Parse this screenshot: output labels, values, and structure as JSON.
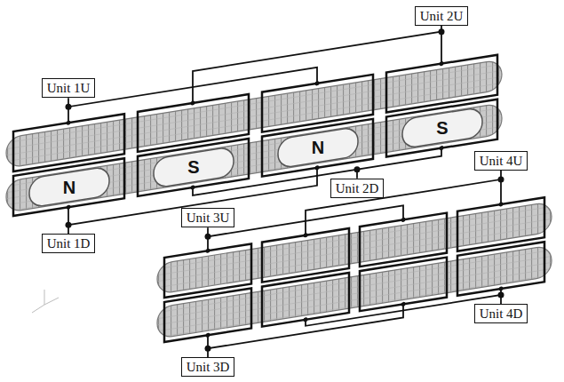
{
  "diagram": {
    "nodes": [
      {
        "text": [
          "Unit 2U"
        ]
      },
      {
        "text": [
          "Unit 1U"
        ]
      },
      {
        "text": [
          "Unit 4U"
        ]
      },
      {
        "text": [
          "Unit 2D"
        ]
      },
      {
        "text": [
          "Unit 3U"
        ]
      },
      {
        "text": [
          "Unit 1D"
        ]
      },
      {
        "text": [
          "Unit 4D"
        ]
      },
      {
        "text": [
          "Unit 3D"
        ]
      }
    ],
    "labels": [
      "N",
      "S",
      "N",
      "S"
    ]
  }
}
